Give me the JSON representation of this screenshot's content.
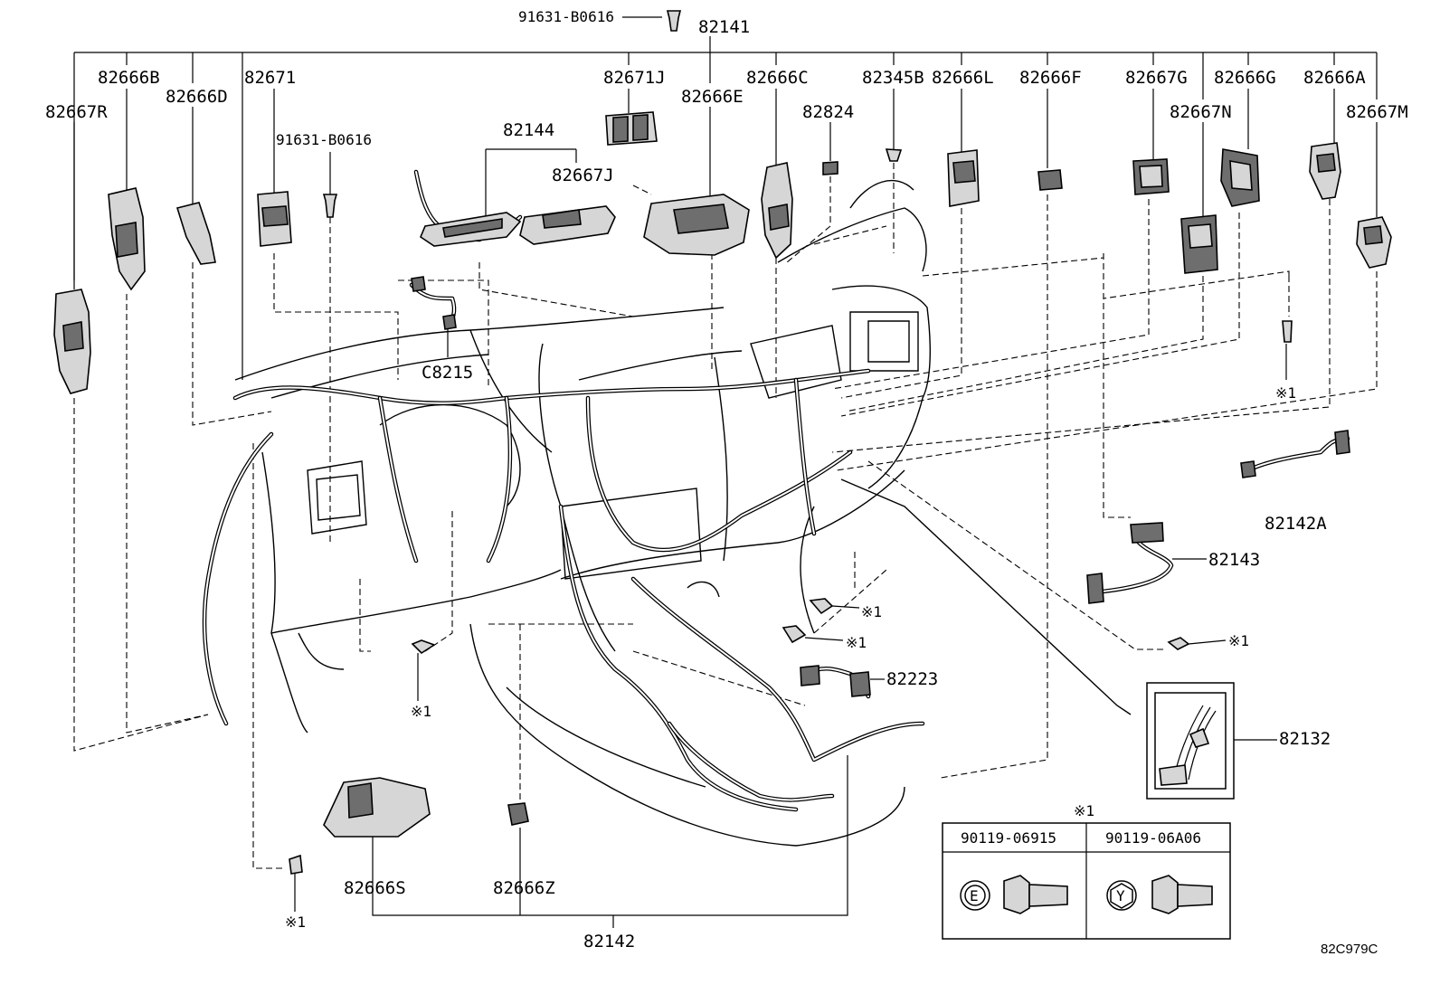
{
  "callouts": {
    "c82141": "82141",
    "c91631_top": "91631-B0616",
    "c91631_mid": "91631-B0616",
    "c82667R": "82667R",
    "c82666B": "82666B",
    "c82666D": "82666D",
    "c82671": "82671",
    "c82144": "82144",
    "c82667J": "82667J",
    "c82671J": "82671J",
    "c82666E": "82666E",
    "c82666C": "82666C",
    "c82824": "82824",
    "c82345B": "82345B",
    "c82666L": "82666L",
    "c82666F": "82666F",
    "c82667G": "82667G",
    "c82667N": "82667N",
    "c82666G": "82666G",
    "c82666A": "82666A",
    "c82667M": "82667M",
    "cC8215": "C8215",
    "c82142A": "82142A",
    "c82143": "82143",
    "c82223": "82223",
    "c82132": "82132",
    "c82666S": "82666S",
    "c82666Z": "82666Z",
    "c82142": "82142"
  },
  "marks": {
    "m1": "※1",
    "m2": "※1",
    "m3": "※1",
    "m4": "※1",
    "m5": "※1",
    "m6": "※1",
    "m7": "※1"
  },
  "bolt_table": {
    "header_mark": "※1",
    "col1": "90119-06915",
    "col2": "90119-06A06",
    "col1_symbol": "E",
    "col2_symbol": "Y"
  },
  "diagram_code": "82C979C"
}
